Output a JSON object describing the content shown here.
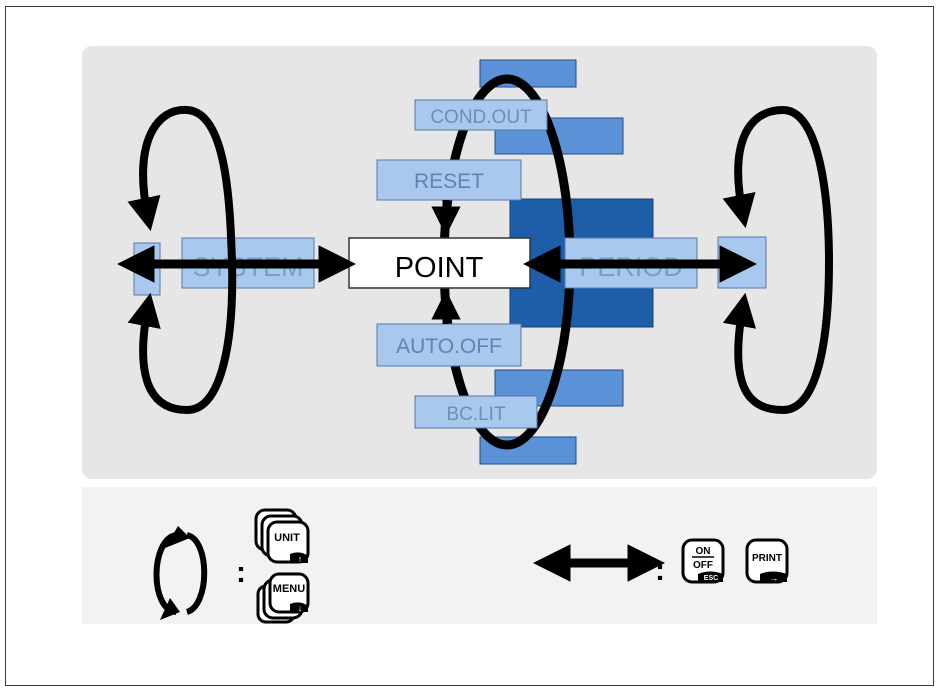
{
  "menu": {
    "center": "POINT",
    "left": "SYSTEM",
    "right": "PERIOD",
    "top_items": [
      "COND.OUT",
      "RESET"
    ],
    "bottom_items": [
      "AUTO.OFF",
      "BC.LIT"
    ]
  },
  "legend": {
    "separator": ":",
    "rotate_keys": [
      "UNIT",
      "MENU"
    ],
    "switch_keys": [
      "ON",
      "OFF",
      "ESC",
      "PRINT"
    ]
  },
  "colors": {
    "panel": "#e6e6e6",
    "box_light": "#a9c8ee",
    "box_mid": "#5b91d6",
    "box_dark": "#1e5ea9",
    "arrow": "#000000"
  }
}
